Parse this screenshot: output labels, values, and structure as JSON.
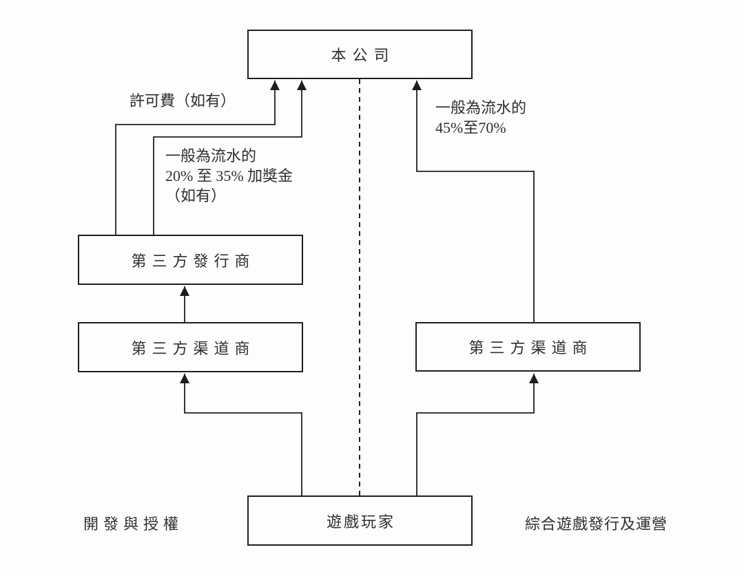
{
  "diagram": {
    "nodes": {
      "company": {
        "label": "本公司"
      },
      "publisher": {
        "label": "第三方發行商"
      },
      "channel_left": {
        "label": "第三方渠道商"
      },
      "channel_right": {
        "label": "第三方渠道商"
      },
      "players": {
        "label": "遊戲玩家"
      }
    },
    "annotations": {
      "license_fee": "許可費（如有）",
      "left_share": {
        "lines": [
          "一般為流水的",
          "20% 至 35% 加獎金",
          "（如有）"
        ]
      },
      "right_share": {
        "lines": [
          "一般為流水的",
          "45%至70%"
        ]
      },
      "footer_left": "開發與授權",
      "footer_right": "綜合遊戲發行及運營"
    },
    "colors": {
      "line": "#1e1e1e",
      "text": "#2e2e2e",
      "background": "#fdfdfd"
    }
  }
}
